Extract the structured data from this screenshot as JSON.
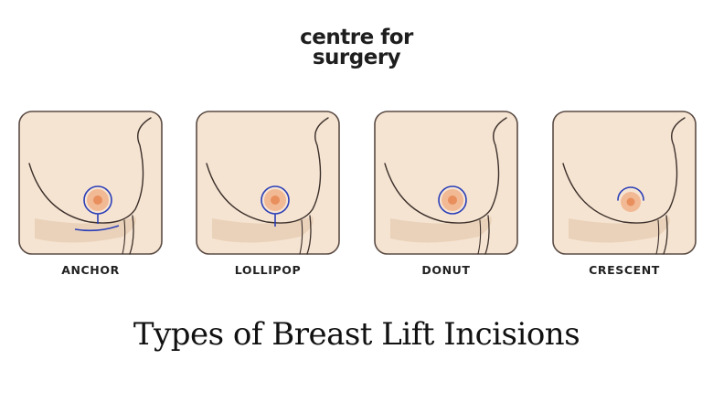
{
  "logo": {
    "line1": "centre for",
    "line2": "surgery"
  },
  "incisions": [
    {
      "label": "ANCHOR",
      "icon": "anchor-incision-icon"
    },
    {
      "label": "LOLLIPOP",
      "icon": "lollipop-incision-icon"
    },
    {
      "label": "DONUT",
      "icon": "donut-incision-icon"
    },
    {
      "label": "CRESCENT",
      "icon": "crescent-incision-icon"
    }
  ],
  "title": "Types of Breast Lift Incisions",
  "colors": {
    "panel_bg": "#f6e4d2",
    "panel_border": "#5a4b44",
    "outline": "#3b302b",
    "shadow": "#ead2ba",
    "areola_outer": "#f2b995",
    "areola_inner": "#e88f5d",
    "incision": "#2b3fb8"
  }
}
